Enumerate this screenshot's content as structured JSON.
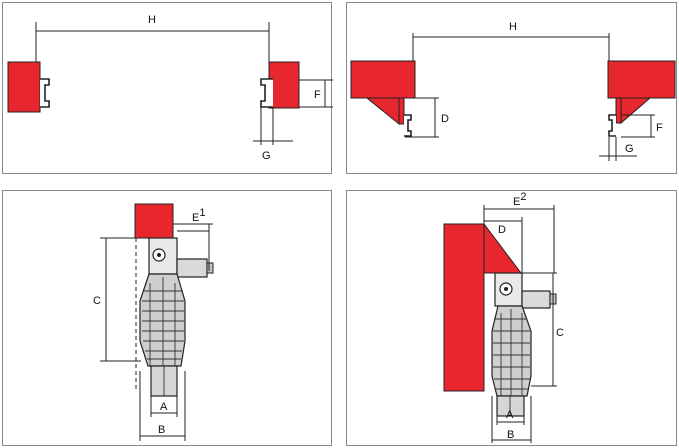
{
  "panels": {
    "top_left": {
      "labels": {
        "H": "H",
        "F": "F",
        "G": "G"
      }
    },
    "top_right": {
      "labels": {
        "H": "H",
        "D": "D",
        "F": "F",
        "G": "G"
      }
    },
    "bottom_left": {
      "labels": {
        "E": "E",
        "E_sup": "1",
        "C": "C",
        "A": "A",
        "B": "B"
      }
    },
    "bottom_right": {
      "labels": {
        "E": "E",
        "E_sup": "2",
        "D": "D",
        "C": "C",
        "A": "A",
        "B": "B"
      }
    }
  },
  "colors": {
    "beam": "#e8262d",
    "line": "#222222",
    "frame": "#8a8a8a",
    "motor": "#d9d9d9"
  }
}
